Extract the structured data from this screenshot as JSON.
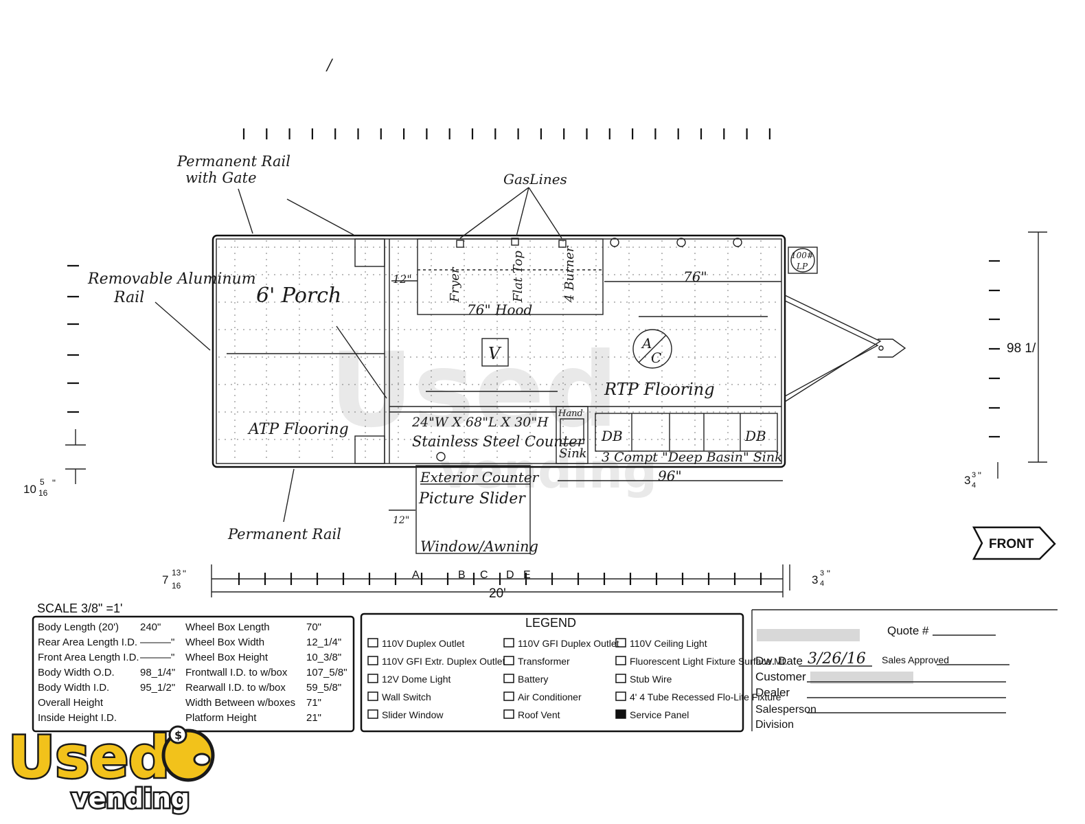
{
  "drawing": {
    "labels": {
      "permanent_rail_gate": [
        "Permanent Rail",
        "with Gate"
      ],
      "removable_rail": [
        "Removable Aluminum",
        "Rail"
      ],
      "gas_lines": "GasLines",
      "porch": "6' Porch",
      "dim_12_top": "12\"",
      "hood": "76\" Hood",
      "fryer": "Fryer",
      "flat_top": "Flat Top",
      "burner": "4 Burner",
      "dim_76": "76\"",
      "lp_tank": [
        "100#",
        "LP"
      ],
      "vent": "V",
      "ac": [
        "A",
        "C"
      ],
      "rtp_flooring": "RTP Flooring",
      "counter": [
        "24\"W X 68\"L X 30\"H",
        "Stainless Steel Counter"
      ],
      "hand_sink": [
        "Hand",
        "Sink"
      ],
      "db_left": "DB",
      "db_right": "DB",
      "sink_3": "3 Compt \"Deep Basin\" Sink",
      "atp_flooring": "ATP Flooring",
      "exterior_counter": "Exterior Counter",
      "picture_slider": [
        "Picture",
        "Slider"
      ],
      "window_awning": "Window/Awning",
      "dim_12_bottom": "12\"",
      "dim_96": "96\"",
      "permanent_rail": "Permanent Rail",
      "width_98": "98 1/",
      "dim_10": [
        "10",
        "5",
        "16",
        "\""
      ],
      "dim_3_right": [
        "3",
        "3",
        "4",
        "\""
      ],
      "dim_7": [
        "7",
        "13",
        "16",
        "\""
      ],
      "dim_3_bottom": [
        "3",
        "3",
        "4",
        "\""
      ],
      "markers": [
        "A",
        "B",
        "C",
        "D",
        "E"
      ],
      "length_20": "20'",
      "front": "FRONT",
      "slash_mark": "/"
    }
  },
  "specs": {
    "scale": "SCALE  3/8\"  =1'",
    "left_rows": [
      {
        "label": "Body Length (20')",
        "value": "240\""
      },
      {
        "label": "Rear Area Length I.D.",
        "value": "———\""
      },
      {
        "label": "Front Area Length I.D.",
        "value": "———\""
      },
      {
        "label": "Body Width O.D.",
        "value": "98_1/4\""
      },
      {
        "label": "Body Width I.D.",
        "value": "95_1/2\""
      },
      {
        "label": "Overall Height",
        "value": ""
      },
      {
        "label": "Inside Height I.D.",
        "value": ""
      }
    ],
    "right_rows": [
      {
        "label": "Wheel Box Length",
        "value": "70\""
      },
      {
        "label": "Wheel Box Width",
        "value": "12_1/4\""
      },
      {
        "label": "Wheel Box Height",
        "value": "10_3/8\""
      },
      {
        "label": "Frontwall I.D. to w/box",
        "value": "107_5/8\""
      },
      {
        "label": "Rearwall I.D. to w/box",
        "value": "59_5/8\""
      },
      {
        "label": "Width Between w/boxes",
        "value": "71\""
      },
      {
        "label": "Platform Height",
        "value": "21\""
      }
    ]
  },
  "legend": {
    "title": "LEGEND",
    "col1": [
      "110V Duplex Outlet",
      "110V GFI Extr. Duplex Outlet",
      "12V Dome Light",
      "Wall Switch",
      "Slider Window"
    ],
    "col2": [
      "110V GFI Duplex Outlet",
      "Transformer",
      "Battery",
      "Air Conditioner",
      "Roof Vent"
    ],
    "col3": [
      "110V Ceiling Light",
      "Fluorescent Light Fixture Surface Mt.",
      "Stub Wire",
      "4' 4 Tube Recessed Flo-Lite Fixture",
      "Service Panel"
    ]
  },
  "info": {
    "quote_label": "Quote #",
    "dw_date_label": "Dw. Date",
    "dw_date_value": "3/26/16",
    "sales_approved_label": "Sales Approved",
    "customer_label": "Customer",
    "dealer_label": "Dealer",
    "salesperson_label": "Salesperson",
    "division_label": "Division"
  },
  "watermark": {
    "text": "Used",
    "subtext": "vending"
  },
  "logo": {
    "text": "Used",
    "subtext": "vending",
    "colors": {
      "fill": "#f2c21b",
      "outline": "#1a1a1a"
    }
  }
}
